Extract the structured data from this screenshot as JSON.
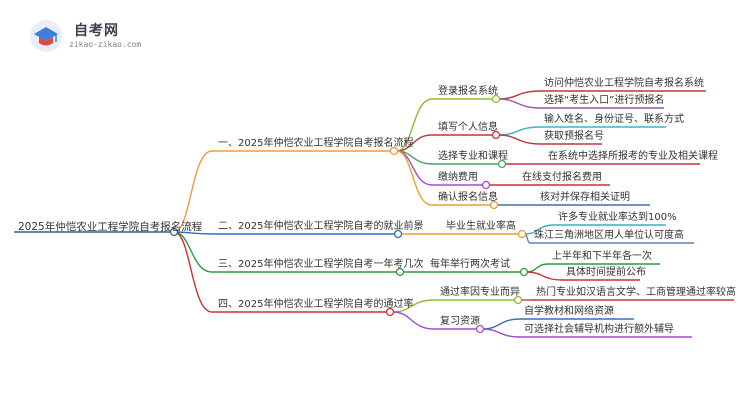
{
  "logo": {
    "title": "自考网",
    "subtitle": "zikao-zikao.com",
    "icon": "graduation-cap-icon"
  },
  "root": "2025年仲恺农业工程学院自考报名流程",
  "branches": [
    {
      "label": "一、2025年仲恺农业工程学院自考报名流程",
      "children": [
        {
          "label": "登录报名系统",
          "items": [
            "访问仲恺农业工程学院自考报名系统",
            "选择“考生入口”进行预报名"
          ]
        },
        {
          "label": "填写个人信息",
          "items": [
            "输入姓名、身份证号、联系方式",
            "获取预报名号"
          ]
        },
        {
          "label": "选择专业和课程",
          "items": [
            "在系统中选择所报考的专业及相关课程"
          ]
        },
        {
          "label": "缴纳费用",
          "items": [
            "在线支付报名费用"
          ]
        },
        {
          "label": "确认报名信息",
          "items": [
            "核对并保存相关证明"
          ]
        }
      ]
    },
    {
      "label": "二、2025年仲恺农业工程学院自考的就业前景",
      "children": [
        {
          "label": "毕业生就业率高",
          "items": [
            "许多专业就业率达到100%",
            "珠江三角洲地区用人单位认可度高"
          ]
        }
      ]
    },
    {
      "label": "三、2025年仲恺农业工程学院自考一年考几次",
      "children": [
        {
          "label": "每年举行两次考试",
          "items": [
            "上半年和下半年各一次",
            "具体时间提前公布"
          ]
        }
      ]
    },
    {
      "label": "四、2025年仲恺农业工程学院自考的通过率",
      "children": [
        {
          "label": "通过率因专业而异",
          "items": [
            "热门专业如汉语言文学、工商管理通过率较高"
          ]
        },
        {
          "label": "复习资源",
          "items": [
            "自学教材和网络资源",
            "可选择社会辅导机构进行额外辅导"
          ]
        }
      ]
    }
  ],
  "colors": {
    "root": "#3f5a8a",
    "branches": [
      "#f29a3c",
      "#2f6fc9",
      "#2e9a3e",
      "#c9322c"
    ],
    "children": [
      [
        "#8fbf2a",
        "#c8323a",
        "#4aa06a",
        "#a34bd0",
        "#e8a12a"
      ],
      [
        "#e8a12a"
      ],
      [
        "#2e9a3e"
      ],
      [
        "#8fbf2a",
        "#a34bd0"
      ]
    ],
    "items": [
      [
        [
          "#c8323a",
          "#8f5ab5"
        ],
        [
          "#3bb5c9",
          "#c8323a"
        ],
        [
          "#c8323a"
        ],
        [
          "#c8323a"
        ],
        [
          "#3b6fb6"
        ]
      ],
      [
        [
          "#2ab5c0",
          "#6a7fb5"
        ]
      ],
      [
        [
          "#2e9a3e",
          "#c8323a"
        ]
      ],
      [
        [
          "#c8323a"
        ],
        [
          "#3b6fb6",
          "#a34bd0"
        ]
      ]
    ]
  }
}
